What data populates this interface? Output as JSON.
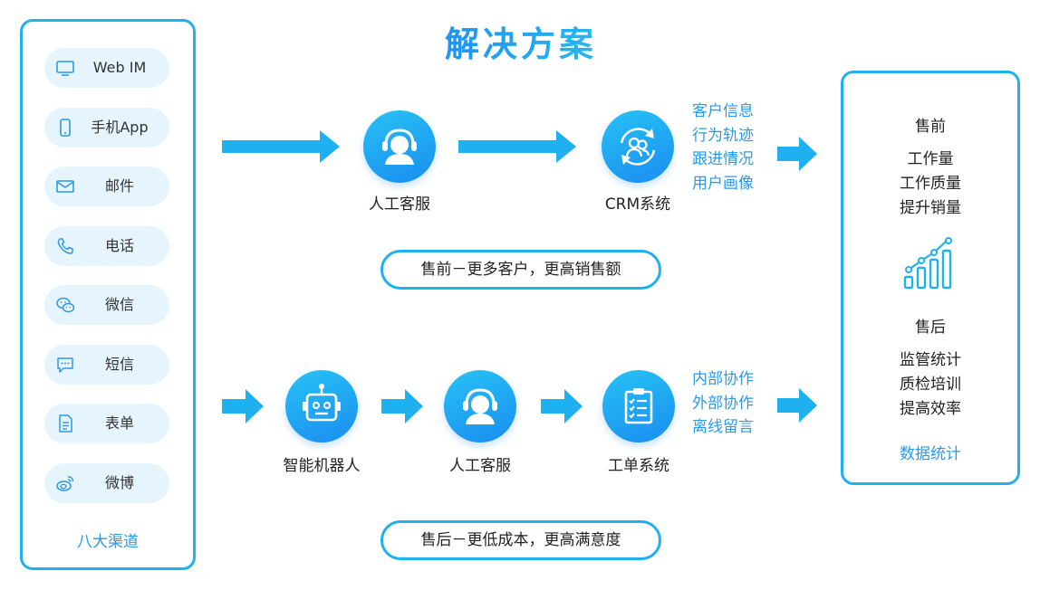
{
  "title": "解决方案",
  "channels": {
    "items": [
      {
        "label": "Web IM",
        "icon": "monitor-icon"
      },
      {
        "label": "手机App",
        "icon": "phone-icon"
      },
      {
        "label": "邮件",
        "icon": "mail-icon"
      },
      {
        "label": "电话",
        "icon": "telephone-icon"
      },
      {
        "label": "微信",
        "icon": "wechat-icon"
      },
      {
        "label": "短信",
        "icon": "sms-icon"
      },
      {
        "label": "表单",
        "icon": "form-icon"
      },
      {
        "label": "微博",
        "icon": "weibo-icon"
      }
    ],
    "footer": "八大渠道"
  },
  "flow_top": {
    "nodes": [
      {
        "label": "人工客服",
        "icon": "headset-agent-icon"
      },
      {
        "label": "CRM系统",
        "icon": "crm-users-icon"
      }
    ],
    "notes": [
      "客户信息",
      "行为轨迹",
      "跟进情况",
      "用户画像"
    ],
    "pill": "售前－更多客户，更高销售额"
  },
  "flow_bottom": {
    "nodes": [
      {
        "label": "智能机器人",
        "icon": "robot-icon"
      },
      {
        "label": "人工客服",
        "icon": "headset-agent-icon"
      },
      {
        "label": "工单系统",
        "icon": "clipboard-checklist-icon"
      }
    ],
    "notes": [
      "内部协作",
      "外部协作",
      "离线留言"
    ],
    "pill": "售后－更低成本，更高满意度"
  },
  "results": {
    "presale_title": "售前",
    "presale_items": [
      "工作量",
      "工作质量",
      "提升销量"
    ],
    "chart_icon": "growth-chart-icon",
    "aftersale_title": "售后",
    "aftersale_items": [
      "监管统计",
      "质检培训",
      "提高效率"
    ],
    "footer": "数据统计"
  },
  "colors": {
    "accent": "#1fb1ef",
    "accent_dark": "#1a8df0",
    "note_text": "#2a9ae6",
    "channel_bg": "#e6f5fd"
  }
}
